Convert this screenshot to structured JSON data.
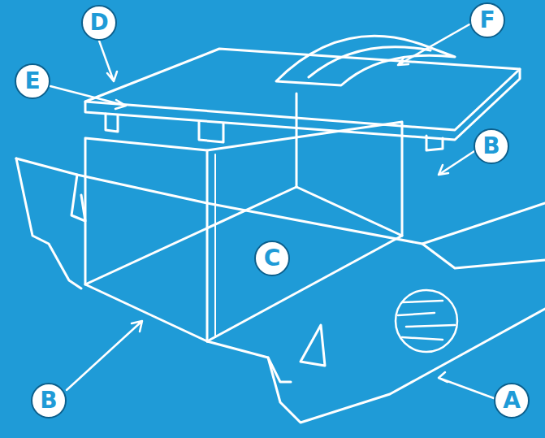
{
  "diagram": {
    "labels": [
      "D",
      "F",
      "E",
      "B",
      "C",
      "B",
      "A"
    ]
  }
}
